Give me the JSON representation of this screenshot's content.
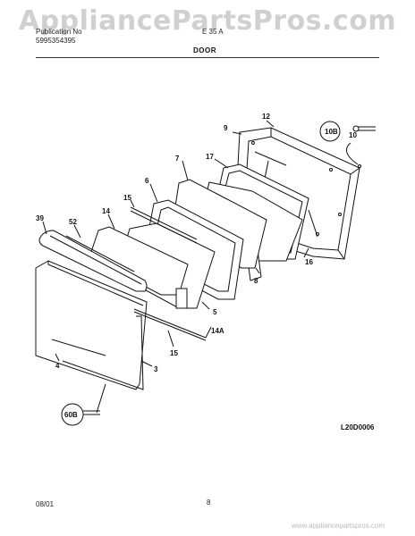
{
  "watermark": "AppliancePartsPros.com",
  "header": {
    "left_line1": "Publication No",
    "left_line2": "5995354395",
    "right_code": "E 35 A",
    "title": "DOOR"
  },
  "callouts": {
    "c12": "12",
    "c9": "9",
    "c10b": "10B",
    "c10": "10",
    "c17": "17",
    "c7": "7",
    "c6": "6",
    "c15a": "15",
    "c14": "14",
    "c39": "39",
    "c52": "52",
    "c16": "16",
    "c8": "8",
    "c5": "5",
    "c14a": "14A",
    "c15b": "15",
    "c4": "4",
    "c3": "3",
    "c60b": "60B"
  },
  "diagram_code": "L20D0006",
  "footer": {
    "date": "08/01",
    "page": "8",
    "mark": "www.appliancepartspros.com"
  }
}
